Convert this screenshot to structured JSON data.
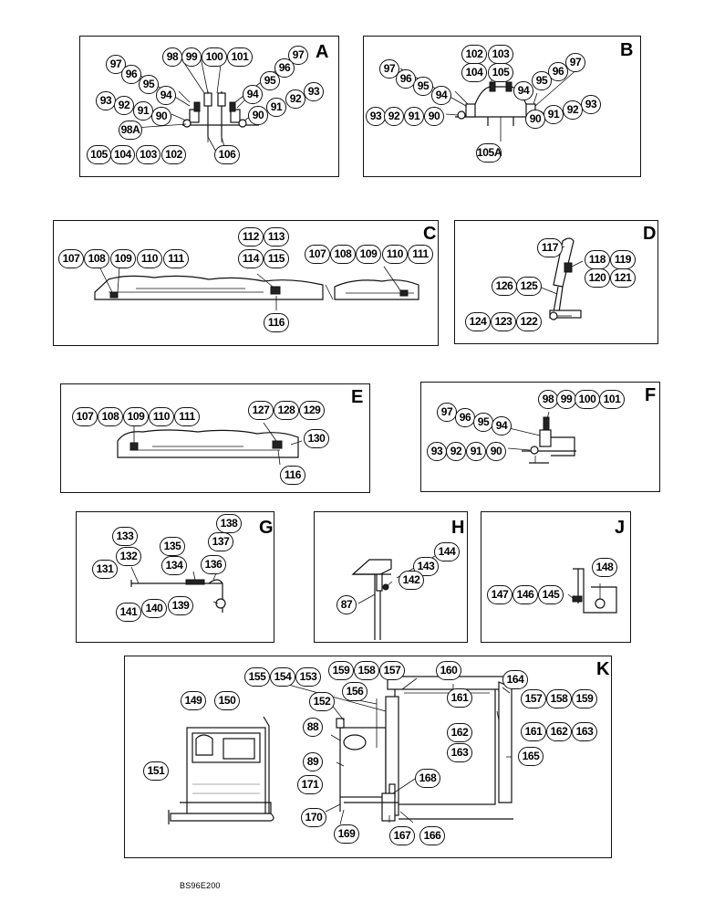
{
  "panels": {
    "A": {
      "label": "A",
      "callouts": [
        "97",
        "96",
        "95",
        "94",
        "93",
        "92",
        "91",
        "90",
        "98A",
        "98",
        "99",
        "100",
        "101",
        "97",
        "96",
        "95",
        "94",
        "93",
        "92",
        "91",
        "90",
        "105",
        "104",
        "103",
        "102",
        "106"
      ]
    },
    "B": {
      "label": "B",
      "callouts": [
        "97",
        "96",
        "95",
        "94",
        "93",
        "92",
        "91",
        "90",
        "102",
        "103",
        "104",
        "105",
        "97",
        "96",
        "95",
        "94",
        "93",
        "92",
        "91",
        "90",
        "105A"
      ]
    },
    "C": {
      "label": "C",
      "callouts": [
        "107",
        "108",
        "109",
        "110",
        "111",
        "112",
        "113",
        "114",
        "115",
        "116",
        "107",
        "108",
        "109",
        "110",
        "111"
      ]
    },
    "D": {
      "label": "D",
      "callouts": [
        "117",
        "118",
        "119",
        "120",
        "121",
        "126",
        "125",
        "124",
        "123",
        "122"
      ]
    },
    "E": {
      "label": "E",
      "callouts": [
        "107",
        "108",
        "109",
        "110",
        "111",
        "127",
        "128",
        "129",
        "130",
        "116"
      ]
    },
    "F": {
      "label": "F",
      "callouts": [
        "97",
        "96",
        "95",
        "94",
        "98",
        "99",
        "100",
        "101",
        "93",
        "92",
        "91",
        "90"
      ]
    },
    "G": {
      "label": "G",
      "callouts": [
        "133",
        "132",
        "138",
        "137",
        "135",
        "134",
        "136",
        "131",
        "141",
        "140",
        "139"
      ]
    },
    "H": {
      "label": "H",
      "callouts": [
        "144",
        "143",
        "142",
        "87"
      ]
    },
    "J": {
      "label": "J",
      "callouts": [
        "148",
        "147",
        "146",
        "145"
      ]
    },
    "K": {
      "label": "K",
      "callouts": [
        "155",
        "154",
        "153",
        "159",
        "158",
        "157",
        "160",
        "164",
        "149",
        "150",
        "152",
        "156",
        "161",
        "157",
        "158",
        "159",
        "88",
        "162",
        "161",
        "162",
        "163",
        "163",
        "165",
        "89",
        "168",
        "151",
        "171",
        "170",
        "169",
        "167",
        "166"
      ]
    }
  },
  "footer": {
    "code": "BS96E200"
  }
}
